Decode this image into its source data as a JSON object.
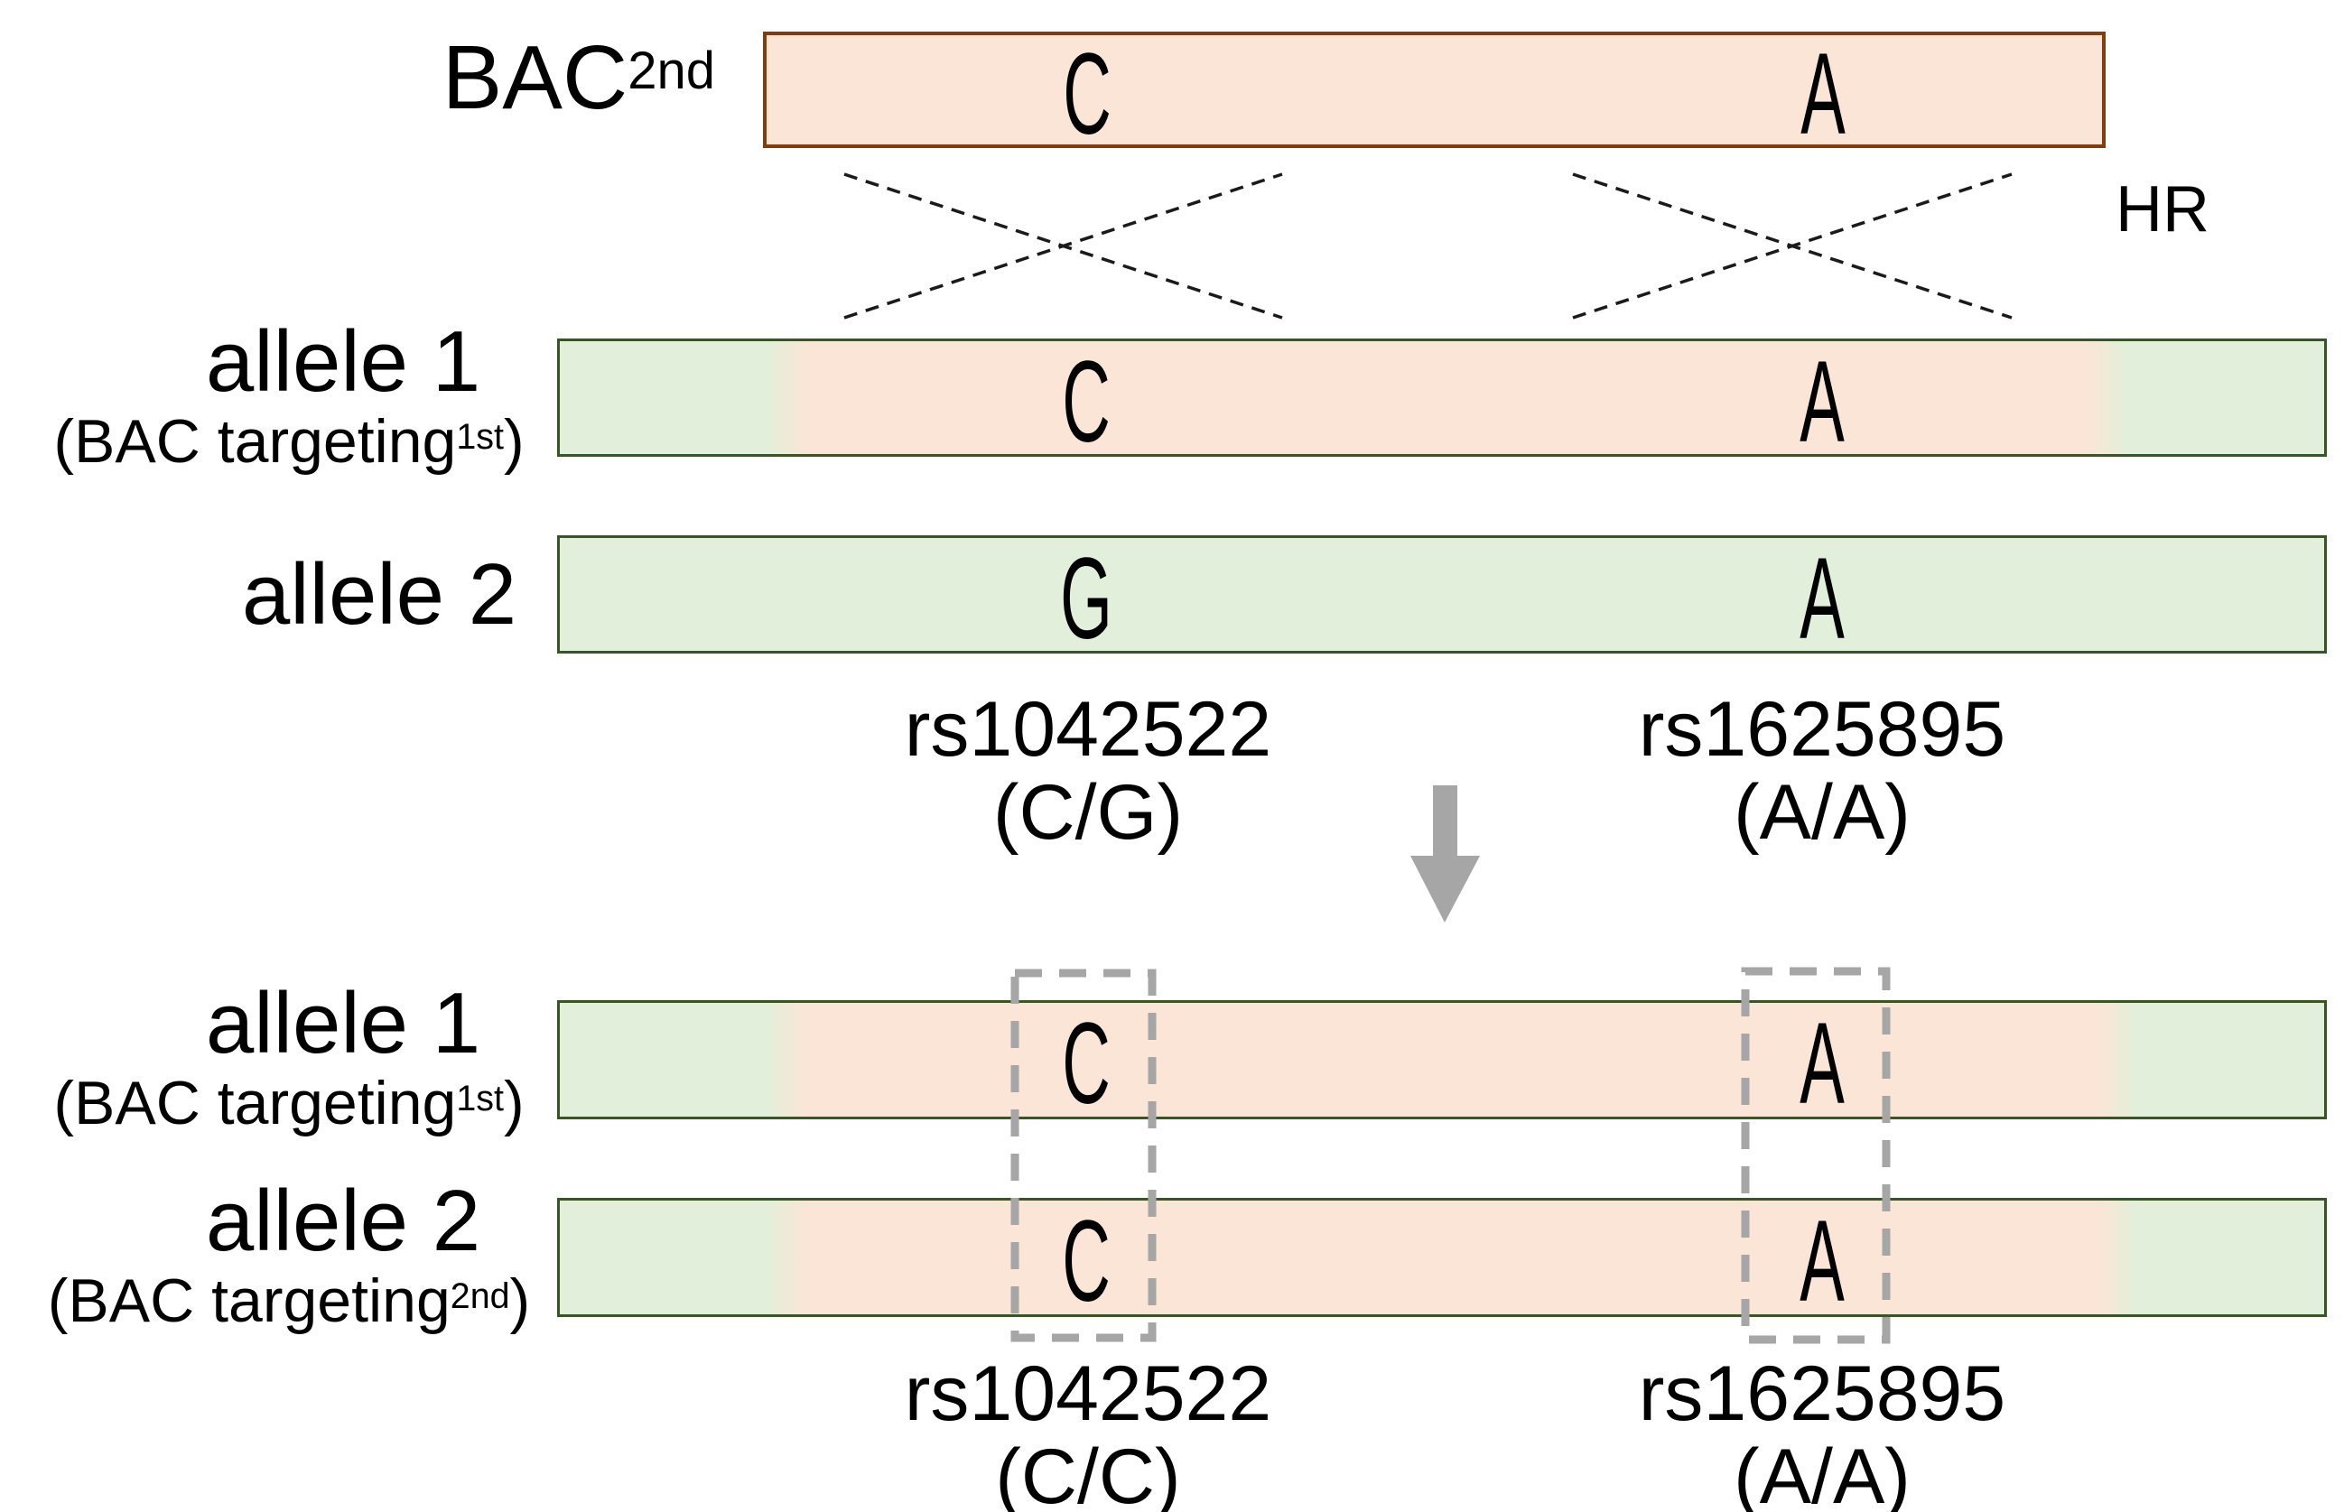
{
  "figure": {
    "description": "BAC second-round gene targeting by homologous recombination diagram",
    "hr_label": "HR"
  },
  "colors": {
    "peach_fill": "#FBE5D6",
    "orange_border": "#843C0C",
    "green_fill": "#E2EFDA",
    "green_border": "#375623",
    "gray": "#A6A6A6",
    "text": "#000000"
  },
  "top": {
    "bac_label": {
      "base": "BAC",
      "sup": "2nd"
    },
    "bac_bar": {
      "snp1_letter": "C",
      "snp2_letter": "A"
    }
  },
  "before": {
    "allele1": {
      "name": "allele 1",
      "paren_open": "(BAC targeting",
      "paren_sup": "1st",
      "paren_close": ")",
      "snp1_letter": "C",
      "snp2_letter": "A"
    },
    "allele2": {
      "name": "allele 2",
      "snp1_letter": "G",
      "snp2_letter": "A"
    },
    "snp1": {
      "id": "rs1042522",
      "genotype": "(C/G)"
    },
    "snp2": {
      "id": "rs1625895",
      "genotype": "(A/A)"
    }
  },
  "after": {
    "allele1": {
      "name": "allele 1",
      "paren_open": "(BAC targeting",
      "paren_sup": "1st",
      "paren_close": ")",
      "snp1_letter": "C",
      "snp2_letter": "A"
    },
    "allele2": {
      "name": "allele 2",
      "paren_open": "(BAC targeting",
      "paren_sup": "2nd",
      "paren_close": ")",
      "snp1_letter": "C",
      "snp2_letter": "A"
    },
    "snp1": {
      "id": "rs1042522",
      "genotype": "(C/C)"
    },
    "snp2": {
      "id": "rs1625895",
      "genotype": "(A/A)"
    }
  }
}
